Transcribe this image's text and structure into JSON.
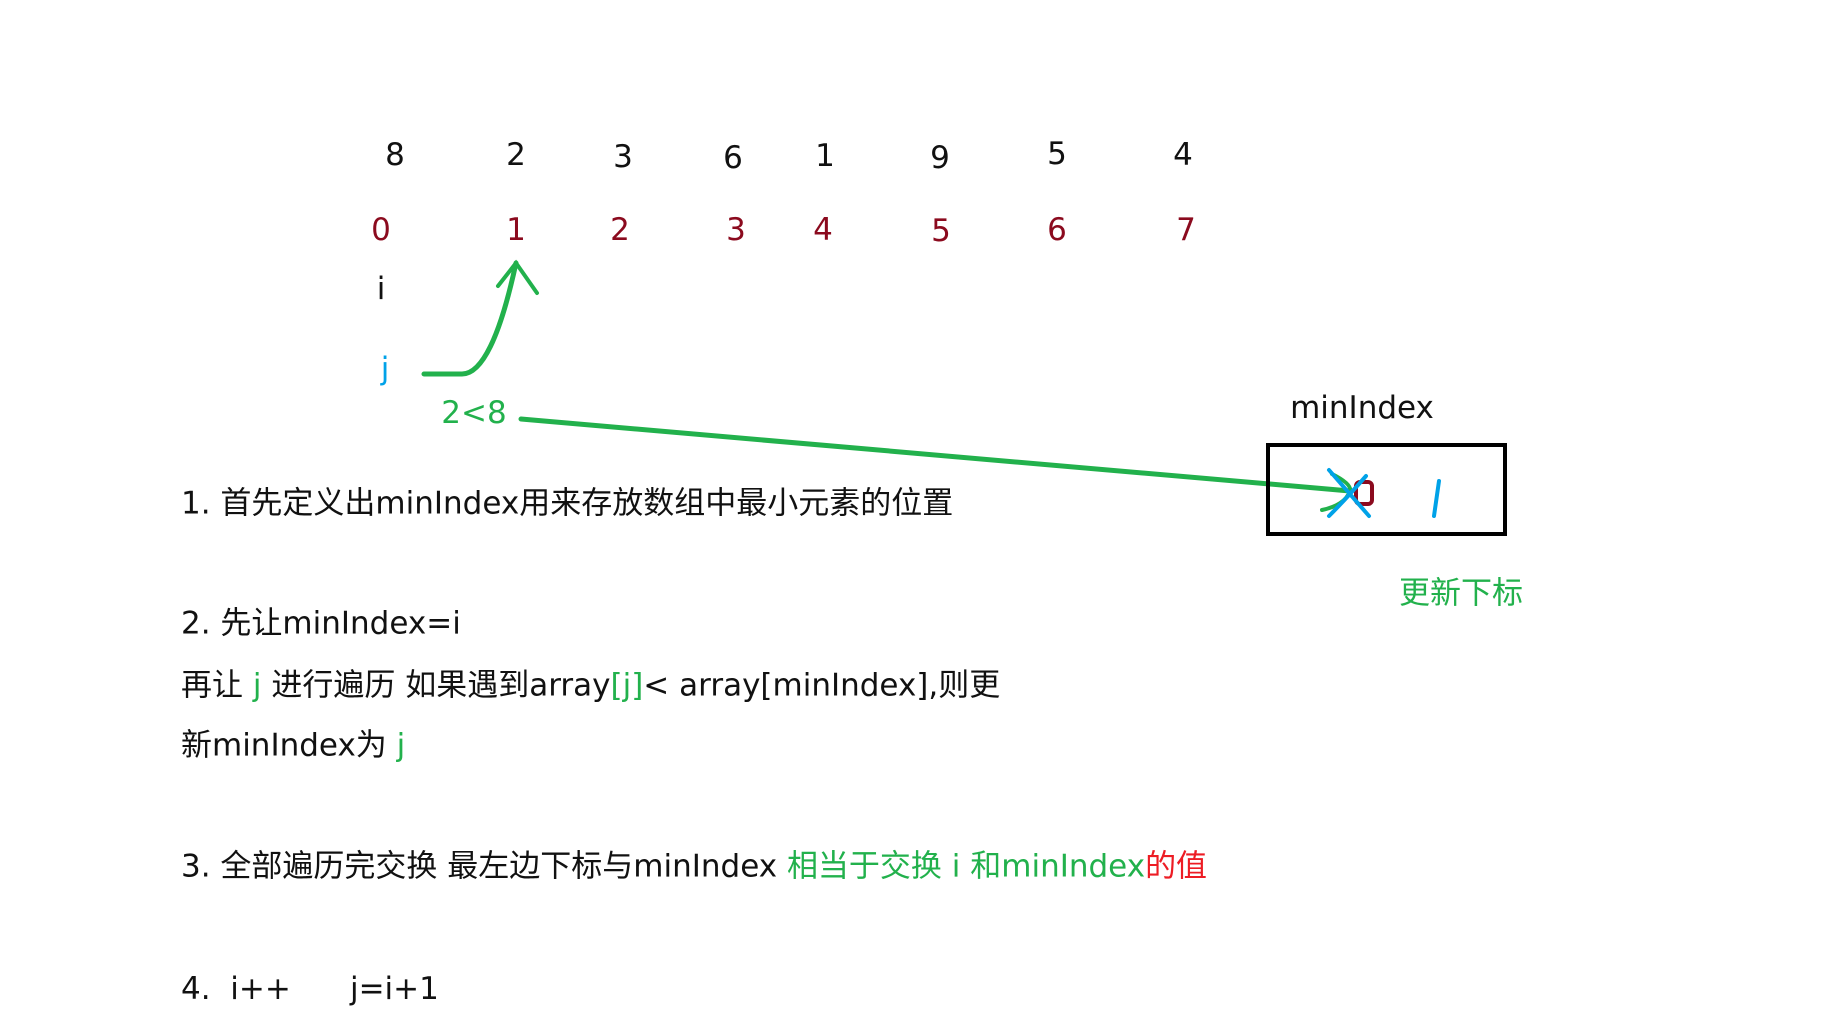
{
  "array_values": [
    "8",
    "2",
    "3",
    "6",
    "1",
    "9",
    "5",
    "4"
  ],
  "array_indices": [
    "0",
    "1",
    "2",
    "3",
    "4",
    "5",
    "6",
    "7"
  ],
  "pointer_i": "i",
  "pointer_j": "j",
  "comparison": "2<8",
  "min_index_label": "minIndex",
  "update_label": "更新下标",
  "steps": {
    "step1": "1. 首先定义出minIndex用来存放数组中最小元素的位置",
    "step2_a": "2. 先让minIndex=i",
    "step2_b": [
      "再让 ",
      "j",
      " 进行遍历 如果遇到array",
      "[j]",
      "< array[minIndex],则更"
    ],
    "step2_c": [
      "新minIndex为  ",
      "j"
    ],
    "step3": [
      "3. 全部遍历完交换 最左边下标与minIndex  ",
      "相当于交换 i 和minIndex",
      "的值"
    ],
    "step4": "4.  i++      j=i+1"
  },
  "colors": {
    "index": "#8b0a1e",
    "green": "#22b14c",
    "blue": "#00a2e8",
    "red": "#ed1c24"
  }
}
